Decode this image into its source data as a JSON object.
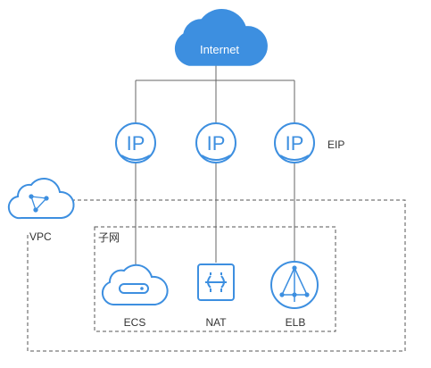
{
  "colors": {
    "accent": "#3d8fe0",
    "accent_fill": "#e8f3fd",
    "internet_fill": "#3d8fe0",
    "line": "#666666",
    "dashed": "#555555",
    "text": "#333333"
  },
  "internet": {
    "label": "Internet",
    "icon": "cloud-icon"
  },
  "eip": {
    "label": "EIP",
    "nodes": [
      {
        "label": "IP",
        "icon": "ip-icon"
      },
      {
        "label": "IP",
        "icon": "ip-icon"
      },
      {
        "label": "IP",
        "icon": "ip-icon"
      }
    ]
  },
  "vpc": {
    "label": "VPC",
    "icon": "vpc-cloud-icon"
  },
  "subnet": {
    "label": "子网"
  },
  "services": [
    {
      "label": "ECS",
      "icon": "ecs-cloud-server-icon"
    },
    {
      "label": "NAT",
      "icon": "nat-gateway-icon"
    },
    {
      "label": "ELB",
      "icon": "elb-load-balancer-icon"
    }
  ]
}
